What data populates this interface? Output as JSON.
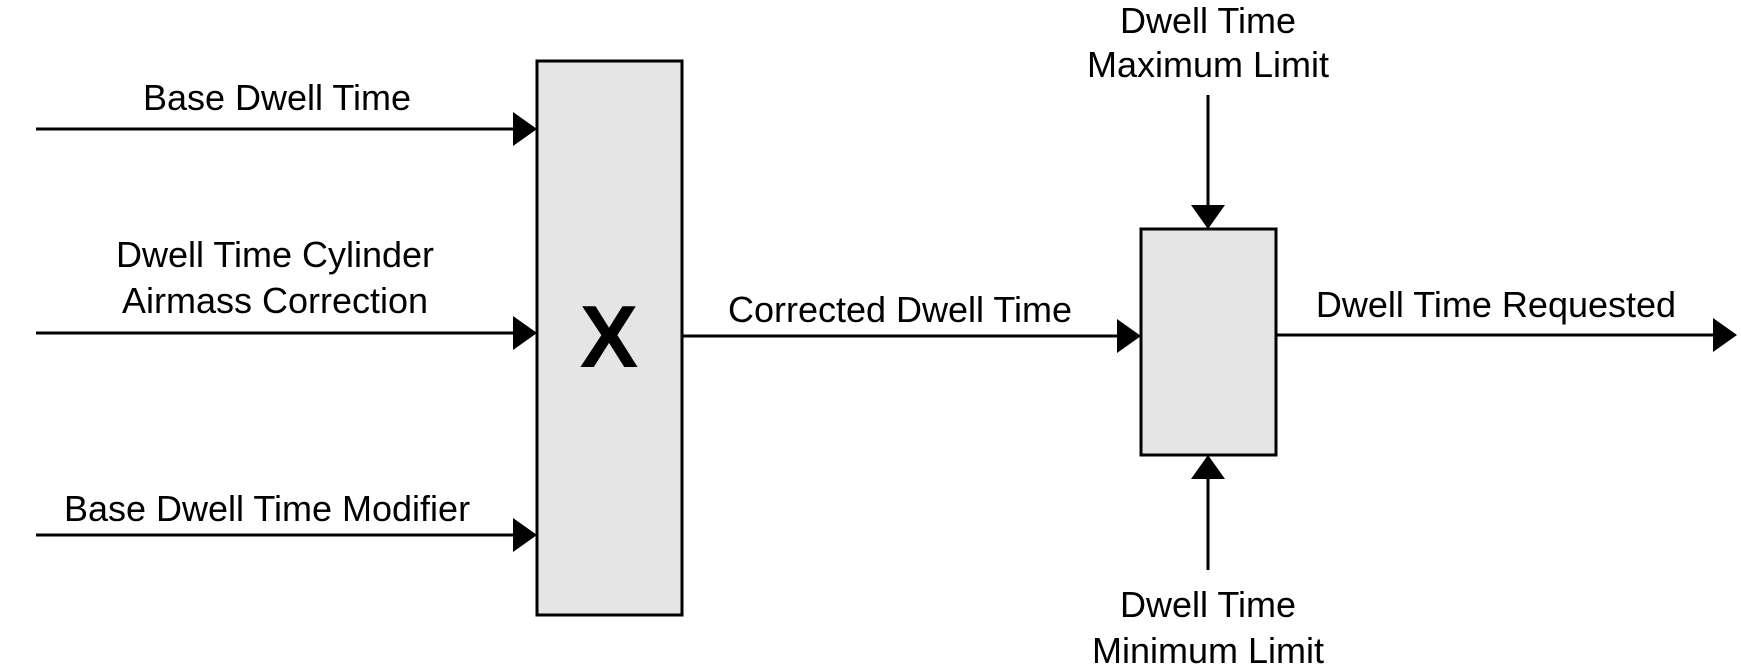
{
  "colors": {
    "background": "#ffffff",
    "wire": "#000000",
    "text": "#000000",
    "block_fill": "#e5e5e5",
    "block_border": "#000000"
  },
  "multiplier": {
    "symbol": "X"
  },
  "labels": {
    "input1": "Base Dwell Time",
    "input2_line1": "Dwell Time Cylinder",
    "input2_line2": "Airmass Correction",
    "input3": "Base Dwell Time Modifier",
    "corrected": "Corrected Dwell Time",
    "max_limit_line1": "Dwell Time",
    "max_limit_line2": "Maximum Limit",
    "min_limit_line1": "Dwell Time",
    "min_limit_line2": "Minimum Limit",
    "output": "Dwell Time Requested"
  }
}
